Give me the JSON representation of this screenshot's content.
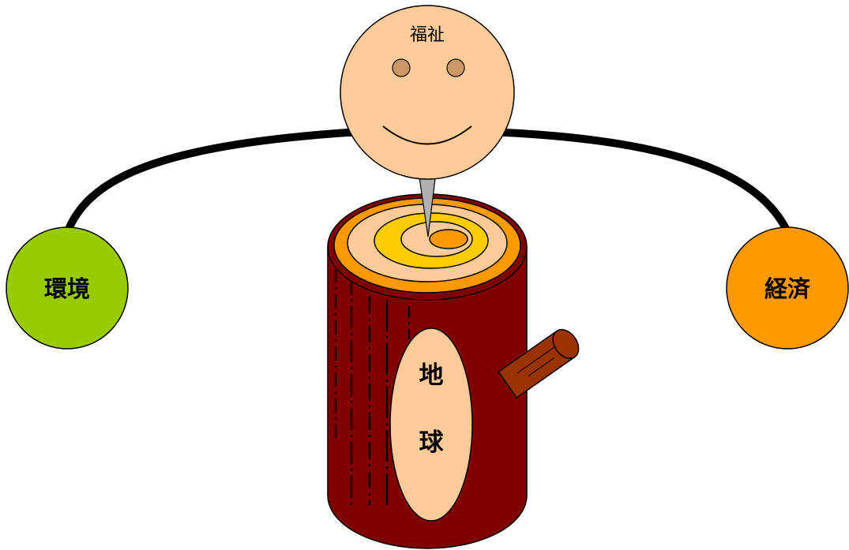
{
  "labels": {
    "welfare": "福祉",
    "environment": "環境",
    "economy": "経済",
    "earth_top": "地",
    "earth_bottom": "球"
  },
  "colors": {
    "environment_fill": "#99CC00",
    "economy_fill": "#FF9900",
    "face_fill": "#FFCC99",
    "eye_fill": "#CC9966",
    "trunk_fill": "#800000",
    "ring_outer": "#FF9900",
    "ring_light": "#FFCC99",
    "ring_gold": "#FFCC00",
    "branch_fill": "#993300",
    "arc_stroke": "#000000"
  },
  "icons": {
    "face": "smiley-face-icon",
    "tree_stump": "tree-stump-icon",
    "branch": "branch-stub-icon"
  }
}
